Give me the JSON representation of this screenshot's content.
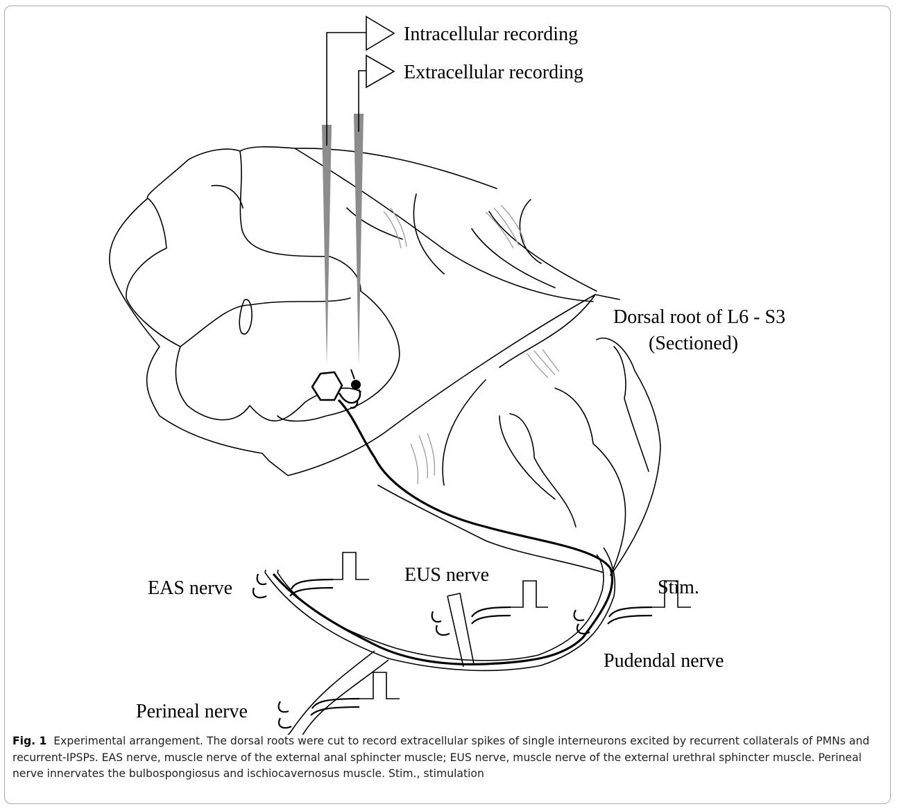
{
  "labels": {
    "intracellular": "Intracellular recording",
    "extracellular": "Extracellular recording",
    "dorsal_root_line1": "Dorsal root of L6 - S3",
    "dorsal_root_line2": "(Sectioned)",
    "eas_nerve": "EAS nerve",
    "eus_nerve": "EUS nerve",
    "stim": "Stim.",
    "pudendal_nerve": "Pudendal nerve",
    "perineal_nerve": "Perineal nerve"
  },
  "caption": {
    "figure_label": "Fig. 1",
    "text": "Experimental arrangement. The dorsal roots were cut to record extracellular spikes of single interneurons excited by recurrent collaterals of PMNs and recurrent-IPSPs. EAS nerve, muscle nerve of the external anal sphincter muscle; EUS nerve, muscle nerve of the external urethral sphincter muscle. Perineal nerve innervates the bulbospongiosus and ischiocavernosus muscle. Stim., stimulation"
  },
  "colors": {
    "line": "#000000",
    "electrode": "#8c8c8c",
    "fiber_hatch": "#a0a0a0",
    "frame": "#a9a9a9"
  }
}
